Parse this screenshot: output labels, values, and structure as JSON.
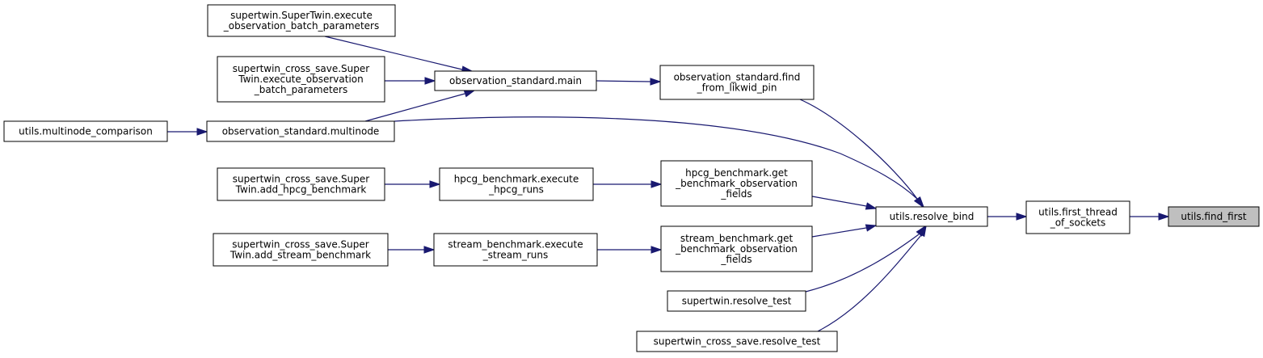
{
  "diagram": {
    "colors": {
      "edge": "#191970",
      "node_border": "#000000",
      "node_fill": "#ffffff",
      "current_fill": "#bfbfbf"
    },
    "nodes": {
      "find_first": [
        "utils.find_first"
      ],
      "first_thread": [
        "utils.first_thread",
        "_of_sockets"
      ],
      "resolve_bind": [
        "utils.resolve_bind"
      ],
      "find_from_likwid_pin": [
        "observation_standard.find",
        "_from_likwid_pin"
      ],
      "obs_main": [
        "observation_standard.main"
      ],
      "exec_batch": [
        "supertwin.SuperTwin.execute",
        "_observation_batch_parameters"
      ],
      "cs_exec_batch": [
        "supertwin_cross_save.Super",
        "Twin.execute_observation",
        "_batch_parameters"
      ],
      "obs_multinode": [
        "observation_standard.multinode"
      ],
      "multinode_comparison": [
        "utils.multinode_comparison"
      ],
      "hpcg_get_fields": [
        "hpcg_benchmark.get",
        "_benchmark_observation",
        "_fields"
      ],
      "hpcg_exec": [
        "hpcg_benchmark.execute",
        "_hpcg_runs"
      ],
      "cs_add_hpcg": [
        "supertwin_cross_save.Super",
        "Twin.add_hpcg_benchmark"
      ],
      "stream_get_fields": [
        "stream_benchmark.get",
        "_benchmark_observation",
        "_fields"
      ],
      "stream_exec": [
        "stream_benchmark.execute",
        "_stream_runs"
      ],
      "cs_add_stream": [
        "supertwin_cross_save.Super",
        "Twin.add_stream_benchmark"
      ],
      "st_resolve_test": [
        "supertwin.resolve_test"
      ],
      "cs_resolve_test": [
        "supertwin_cross_save.resolve_test"
      ]
    },
    "edges": [
      {
        "from": "first_thread",
        "to": "find_first"
      },
      {
        "from": "resolve_bind",
        "to": "first_thread"
      },
      {
        "from": "find_from_likwid_pin",
        "to": "resolve_bind"
      },
      {
        "from": "obs_multinode",
        "to": "resolve_bind"
      },
      {
        "from": "hpcg_get_fields",
        "to": "resolve_bind"
      },
      {
        "from": "stream_get_fields",
        "to": "resolve_bind"
      },
      {
        "from": "st_resolve_test",
        "to": "resolve_bind"
      },
      {
        "from": "cs_resolve_test",
        "to": "resolve_bind"
      },
      {
        "from": "obs_main",
        "to": "find_from_likwid_pin"
      },
      {
        "from": "exec_batch",
        "to": "obs_main"
      },
      {
        "from": "cs_exec_batch",
        "to": "obs_main"
      },
      {
        "from": "obs_multinode",
        "to": "obs_main"
      },
      {
        "from": "multinode_comparison",
        "to": "obs_multinode"
      },
      {
        "from": "hpcg_exec",
        "to": "hpcg_get_fields"
      },
      {
        "from": "cs_add_hpcg",
        "to": "hpcg_exec"
      },
      {
        "from": "stream_exec",
        "to": "stream_get_fields"
      },
      {
        "from": "cs_add_stream",
        "to": "stream_exec"
      }
    ]
  }
}
